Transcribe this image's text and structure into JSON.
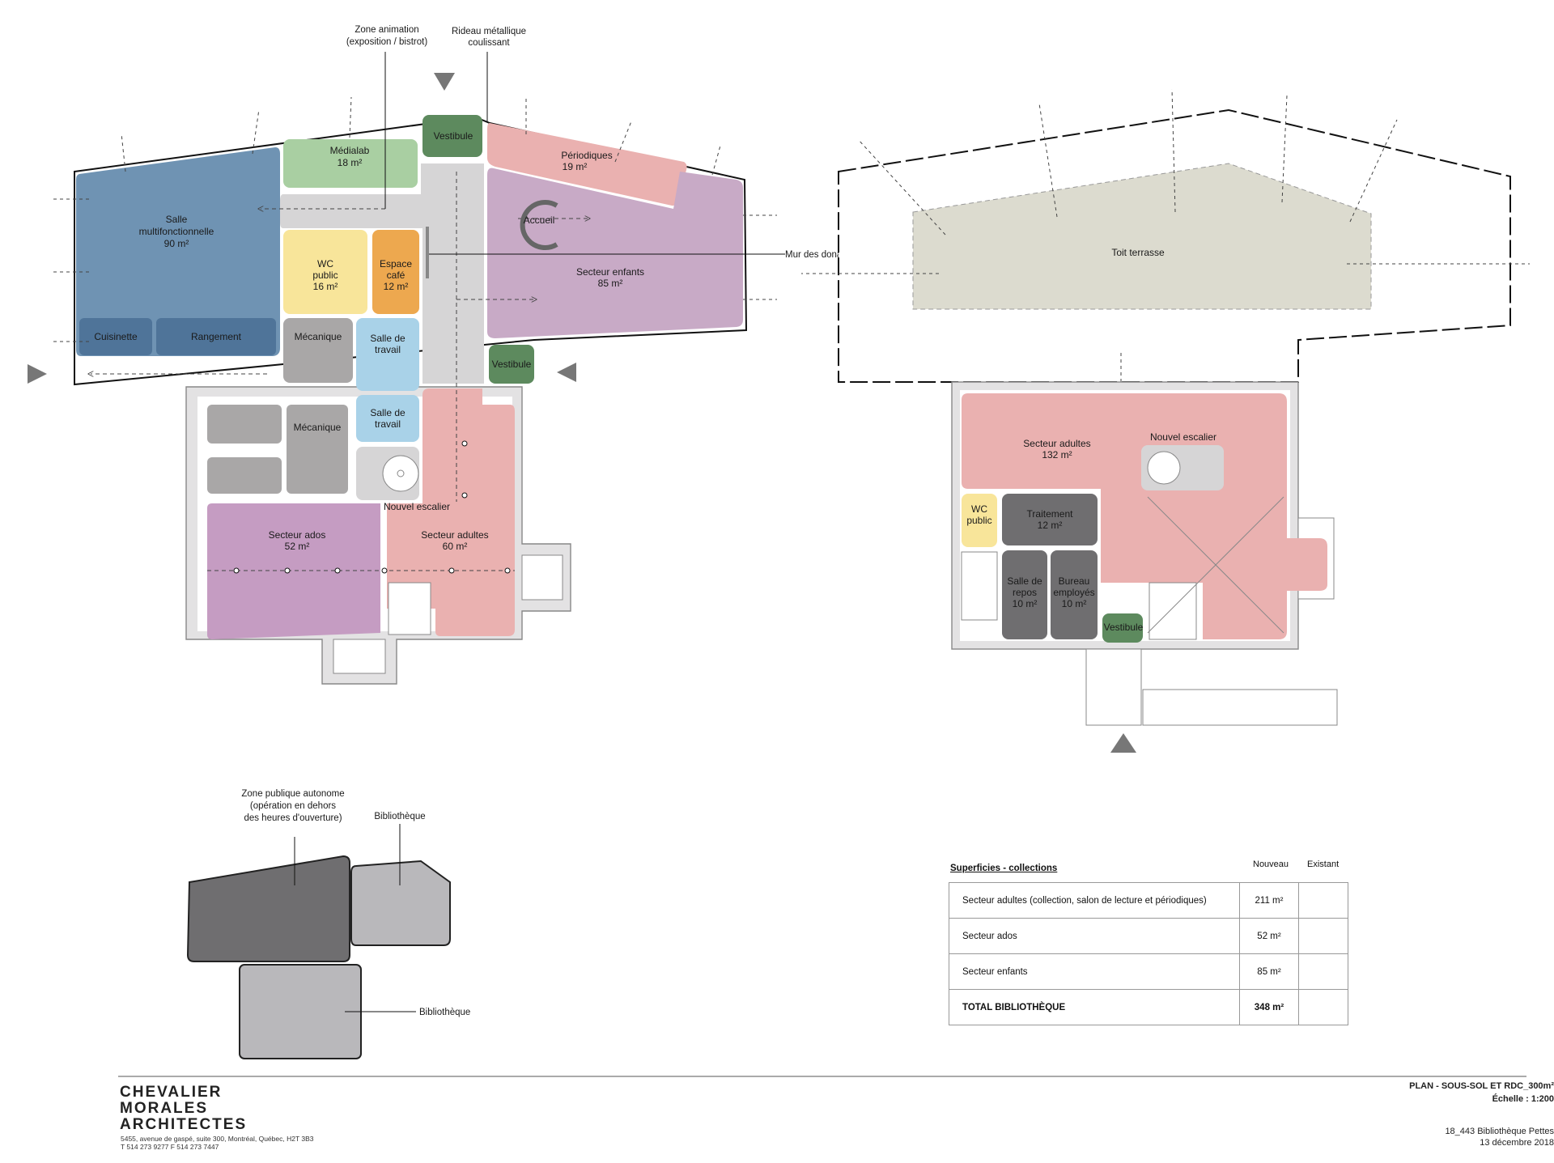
{
  "labels": {
    "zone_animation": [
      "Zone animation",
      "(exposition / bistrot)"
    ],
    "rideau": [
      "Rideau métallique",
      "coulissant"
    ],
    "mur_donateurs": "Mur des donateurs",
    "nouvel_escalier_left": "Nouvel escalier",
    "zone_publique": [
      "Zone publique autonome",
      "(opération en dehors",
      "des heures d'ouverture)"
    ],
    "bibliotheque_top": "Bibliothèque",
    "bibliotheque_bottom": "Bibliothèque"
  },
  "rooms_left": {
    "salle": [
      "Salle",
      "multifonctionnelle",
      "90 m²"
    ],
    "medialab": [
      "Médialab",
      "18 m²"
    ],
    "vestibule_top": "Vestibule",
    "periodiques": [
      "Périodiques",
      "19 m²"
    ],
    "accueil": "Accueil",
    "secteur_enfants": [
      "Secteur enfants",
      "85 m²"
    ],
    "wc_public": [
      "WC",
      "public",
      "16 m²"
    ],
    "espace_cafe": [
      "Espace",
      "café",
      "12 m²"
    ],
    "cuisinette": "Cuisinette",
    "rangement": "Rangement",
    "mecanique_1": "Mécanique",
    "salle_travail_1": [
      "Salle de",
      "travail"
    ],
    "vestibule_right": "Vestibule",
    "mecanique_2": "Mécanique",
    "salle_travail_2": [
      "Salle de",
      "travail"
    ],
    "secteur_ados": [
      "Secteur ados",
      "52 m²"
    ],
    "secteur_adultes": [
      "Secteur adultes",
      "60 m²"
    ]
  },
  "rooms_right": {
    "toit": "Toit terrasse",
    "secteur_adultes": [
      "Secteur adultes",
      "132 m²"
    ],
    "nouvel_escalier": "Nouvel escalier",
    "wc_public": [
      "WC",
      "public"
    ],
    "traitement": [
      "Traitement",
      "12 m²"
    ],
    "salle_repos": [
      "Salle de",
      "repos",
      "10 m²"
    ],
    "bureau": [
      "Bureau",
      "employés",
      "10 m²"
    ],
    "vestibule": "Vestibule"
  },
  "table": {
    "title": "Superficies - collections",
    "col_new": "Nouveau",
    "col_existing": "Existant",
    "rows": [
      {
        "label": "Secteur adultes (collection, salon de lecture et périodiques)",
        "value": "211 m²",
        "existing": ""
      },
      {
        "label": "Secteur ados",
        "value": "52 m²",
        "existing": ""
      },
      {
        "label": "Secteur enfants",
        "value": "85 m²",
        "existing": ""
      },
      {
        "label": "TOTAL BIBLIOTHÈQUE",
        "value": "348 m²",
        "existing": ""
      }
    ]
  },
  "footer": {
    "firm": [
      "CHEVALIER",
      "MORALES",
      "ARCHITECTES"
    ],
    "address": "5455, avenue de gaspé, suite 300, Montréal, Québec, H2T 3B3",
    "phone": "T 514 273 9277 F 514 273 7447",
    "plan_title": "PLAN - SOUS-SOL ET RDC_300m²",
    "scale": "Échelle : 1:200",
    "project": "18_443 Bibliothèque Pettes",
    "date": "13 décembre 2018"
  },
  "colors": {
    "blue": "#6f93b3",
    "dark_blue": "#4f7499",
    "green": "#a9cfa2",
    "dark_green": "#5d8a5e",
    "pink": "#eab1b0",
    "purple": "#c8aac6",
    "ados": "#c59cc2",
    "yellow": "#f8e59a",
    "orange": "#eda84f",
    "light_blue": "#a9d2e8",
    "grey": "#a9a7a7",
    "light_grey": "#d6d5d6",
    "dark_grey": "#6f6e70",
    "beige": "#dcdbcf"
  }
}
